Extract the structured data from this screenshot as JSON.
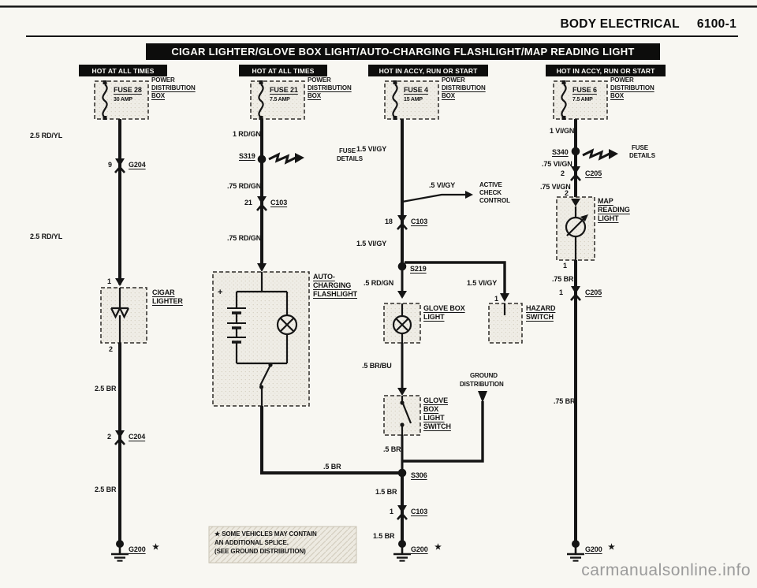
{
  "page": {
    "header": {
      "title": "BODY ELECTRICAL",
      "code": "6100-1"
    },
    "banner": "CIGAR LIGHTER/GLOVE BOX LIGHT/AUTO-CHARGING FLASHLIGHT/MAP READING LIGHT",
    "watermark": "carmanualsonline.info"
  },
  "shared": {
    "power_distribution": [
      "POWER",
      "DISTRIBUTION",
      "BOX"
    ],
    "fuse_details": [
      "FUSE",
      "DETAILS"
    ]
  },
  "col1": {
    "header": "HOT AT ALL TIMES",
    "fuse": {
      "name": "FUSE 28",
      "amp": "30 AMP"
    },
    "wire_top": "2.5 RD/YL",
    "conn1": {
      "pin": "9",
      "name": "G204"
    },
    "wire_mid": "2.5 RD/YL",
    "pin_top": "1",
    "component": [
      "CIGAR",
      "LIGHTER"
    ],
    "pin_bottom": "2",
    "wire_low": "2.5 BR",
    "conn2": {
      "pin": "2",
      "name": "C204"
    },
    "wire_bottom": "2.5 BR",
    "ground": {
      "name": "G200",
      "star": "★"
    }
  },
  "col2": {
    "header": "HOT AT ALL TIMES",
    "fuse": {
      "name": "FUSE 21",
      "amp": "7.5 AMP"
    },
    "wire_top": "1 RD/GN",
    "splice": "S319",
    "wire_mid": ".75 RD/GN",
    "conn1": {
      "pin": "21",
      "name": "C103"
    },
    "wire_low": ".75 RD/GN",
    "component": [
      "AUTO-",
      "CHARGING",
      "FLASHLIGHT"
    ],
    "battery_plus": "+",
    "wire_out": ".5 BR",
    "note": [
      "★ SOME VEHICLES MAY CONTAIN",
      "AN ADDITIONAL SPLICE.",
      "(SEE GROUND DISTRIBUTION)"
    ]
  },
  "col3": {
    "header": "HOT IN ACCY, RUN OR START",
    "fuse": {
      "name": "FUSE 4",
      "amp": "15 AMP"
    },
    "wire_top": "1.5 VI/GY",
    "branch_wire": ".5 VI/GY",
    "branch_target": [
      "ACTIVE",
      "CHECK",
      "CONTROL"
    ],
    "conn1": {
      "pin": "18",
      "name": "C103"
    },
    "wire_mid": "1.5 VI/GY",
    "splice1": "S219",
    "wire_left": ".5 RD/GN",
    "wire_right": "1.5 VI/GY",
    "glove_light": [
      "GLOVE BOX",
      "LIGHT"
    ],
    "hazard_pin": "1",
    "hazard": [
      "HAZARD",
      "SWITCH"
    ],
    "wire_switch": ".5 BR/BU",
    "glove_switch": [
      "GLOVE",
      "BOX",
      "LIGHT",
      "SWITCH"
    ],
    "ground_dist": [
      "GROUND",
      "DISTRIBUTION"
    ],
    "wire_gd": ".5 BR",
    "splice2": "S306",
    "wire_s1": "1.5 BR",
    "conn2": {
      "pin": "1",
      "name": "C103"
    },
    "wire_s2": "1.5 BR",
    "ground": {
      "name": "G200",
      "star": "★"
    }
  },
  "col4": {
    "header": "HOT IN ACCY, RUN OR START",
    "fuse": {
      "name": "FUSE 6",
      "amp": "7.5 AMP"
    },
    "wire_top": "1 VI/GN",
    "splice": "S340",
    "wire_mid": ".75 VI/GN",
    "conn1": {
      "pin": "2",
      "name": "C205"
    },
    "wire_low": ".75 VI/GN",
    "pin_top": "2",
    "component": [
      "MAP",
      "READING",
      "LIGHT"
    ],
    "pin_bottom": "1",
    "wire_out": ".75 BR",
    "conn2": {
      "pin": "1",
      "name": "C205"
    },
    "wire_bottom": ".75 BR",
    "ground": {
      "name": "G200",
      "star": "★"
    }
  }
}
